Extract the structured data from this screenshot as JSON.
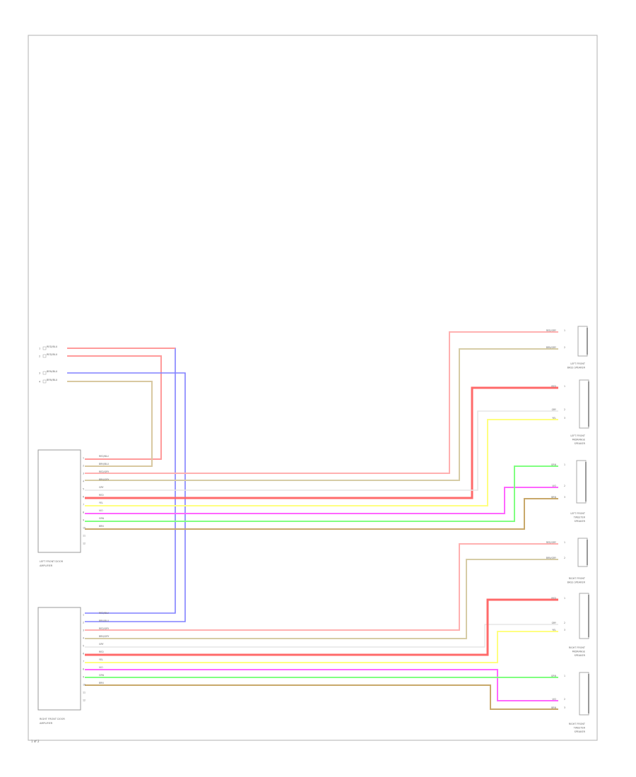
{
  "diagram": {
    "footer_label": "1 of 2",
    "top_terminals": [
      {
        "pin": "1",
        "label": "RED/BLU"
      },
      {
        "pin": "2",
        "label": "RED/BLU"
      },
      {
        "pin": "3",
        "label": "BRN/BLU"
      },
      {
        "pin": "4",
        "label": "BRN/BLU"
      }
    ],
    "left_module": {
      "caption_lines": [
        "LEFT FRONT DOOR",
        "AMPLIFIER"
      ],
      "pins": [
        {
          "pin": "1",
          "label": "RED/BLU"
        },
        {
          "pin": "2",
          "label": "BRN/BLU"
        },
        {
          "pin": "3",
          "label": "RED/GRY"
        },
        {
          "pin": "4",
          "label": "BRN/GRY"
        },
        {
          "pin": "5",
          "label": "GRY"
        },
        {
          "pin": "6",
          "label": "RED"
        },
        {
          "pin": "7",
          "label": "YEL"
        },
        {
          "pin": "8",
          "label": "VIO"
        },
        {
          "pin": "9",
          "label": "GRN"
        },
        {
          "pin": "10",
          "label": "BRN"
        },
        {
          "pin": "11",
          "label": ""
        },
        {
          "pin": "12",
          "label": ""
        }
      ]
    },
    "right_module": {
      "caption_lines": [
        "RIGHT FRONT DOOR",
        "AMPLIFIER"
      ],
      "pins": [
        {
          "pin": "1",
          "label": "RED/BLU"
        },
        {
          "pin": "2",
          "label": "BRN/BLU"
        },
        {
          "pin": "3",
          "label": "RED/GRY"
        },
        {
          "pin": "4",
          "label": "BRN/GRY"
        },
        {
          "pin": "5",
          "label": "GRY"
        },
        {
          "pin": "6",
          "label": "RED"
        },
        {
          "pin": "7",
          "label": "YEL"
        },
        {
          "pin": "8",
          "label": "VIO"
        },
        {
          "pin": "9",
          "label": "GRN"
        },
        {
          "pin": "10",
          "label": "BRN"
        },
        {
          "pin": "11",
          "label": ""
        },
        {
          "pin": "12",
          "label": ""
        }
      ]
    },
    "speakers": [
      {
        "id": "lf-bass",
        "caption_lines": [
          "LEFT FRONT",
          "BASS SPEAKER"
        ],
        "labels": [
          {
            "wire": "RED/GRY",
            "pin": "1"
          },
          {
            "wire": "BRN/GRY",
            "pin": "2"
          }
        ]
      },
      {
        "id": "lf-mid",
        "caption_lines": [
          "LEFT FRONT",
          "MIDRANGE",
          "SPEAKER"
        ],
        "labels": [
          {
            "wire": "RED",
            "pin": "1"
          },
          {
            "wire": "GRY",
            "pin": "2"
          },
          {
            "wire": "YEL",
            "pin": "3"
          }
        ]
      },
      {
        "id": "lf-tweeter",
        "caption_lines": [
          "LEFT FRONT",
          "TWEETER",
          "SPEAKER"
        ],
        "labels": [
          {
            "wire": "GRN",
            "pin": "1"
          },
          {
            "wire": "VIO",
            "pin": "2"
          },
          {
            "wire": "BRN",
            "pin": "3"
          }
        ]
      },
      {
        "id": "rf-bass",
        "caption_lines": [
          "RIGHT FRONT",
          "BASS SPEAKER"
        ],
        "labels": [
          {
            "wire": "RED/GRY",
            "pin": "1"
          },
          {
            "wire": "BRN/GRY",
            "pin": "2"
          }
        ]
      },
      {
        "id": "rf-mid",
        "caption_lines": [
          "RIGHT FRONT",
          "MIDRANGE",
          "SPEAKER"
        ],
        "labels": [
          {
            "wire": "RED",
            "pin": "1"
          },
          {
            "wire": "GRY",
            "pin": "2"
          },
          {
            "wire": "YEL",
            "pin": "3"
          }
        ]
      },
      {
        "id": "rf-tweeter",
        "caption_lines": [
          "RIGHT FRONT",
          "TWEETER",
          "SPEAKER"
        ],
        "labels": [
          {
            "wire": "GRN",
            "pin": "1"
          },
          {
            "wire": "VIO",
            "pin": "2"
          },
          {
            "wire": "BRN",
            "pin": "3"
          }
        ]
      }
    ],
    "colors": {
      "red_blu": "#ff9a9a",
      "brn_blu": "#d8c8a0",
      "blu": "#8080ff",
      "red_gry": "#ffb0b0",
      "brn_gry": "#d6cca6",
      "gry": "#e6e6e6",
      "red": "#ff6a6a",
      "yel": "#ffff80",
      "vio": "#ff66ff",
      "grn": "#80ff80",
      "brn": "#c8a86a"
    }
  }
}
